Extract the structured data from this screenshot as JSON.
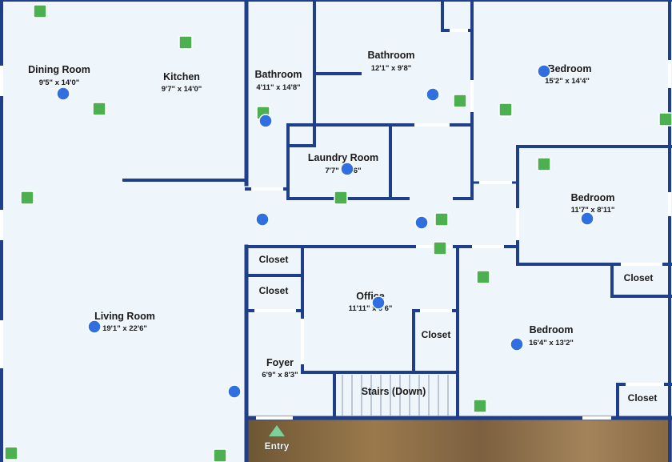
{
  "rooms": [
    {
      "id": "dining-room",
      "name": "Dining Room",
      "dims": "9'5\" x 14'0\""
    },
    {
      "id": "kitchen",
      "name": "Kitchen",
      "dims": "9'7\" x 14'0\""
    },
    {
      "id": "bathroom-1",
      "name": "Bathroom",
      "dims": "4'11\" x 14'8\""
    },
    {
      "id": "bathroom-2",
      "name": "Bathroom",
      "dims": "12'1\" x 9'8\""
    },
    {
      "id": "bedroom-1",
      "name": "Bedroom",
      "dims": "15'2\" x 14'4\""
    },
    {
      "id": "laundry-room",
      "name": "Laundry Room",
      "dims": "7'7\" x 5'6\""
    },
    {
      "id": "bedroom-2",
      "name": "Bedroom",
      "dims": "11'7\" x 8'11\""
    },
    {
      "id": "living-room",
      "name": "Living Room",
      "dims": "19'1\" x 22'6\""
    },
    {
      "id": "office",
      "name": "Office",
      "dims": "11'11\" x 9'6\""
    },
    {
      "id": "foyer",
      "name": "Foyer",
      "dims": "6'9\" x 8'3\""
    },
    {
      "id": "bedroom-3",
      "name": "Bedroom",
      "dims": "16'4\" x 13'2\""
    }
  ],
  "closets": [
    "Closet",
    "Closet",
    "Closet",
    "Closet",
    "Closet"
  ],
  "stairs": {
    "label": "Stairs (Down)"
  },
  "entry": {
    "label": "Entry"
  },
  "colors": {
    "wall": "#1f3f8a",
    "floor": "#eef5fb",
    "photo_marker": "#2f6fe0",
    "camera_marker": "#4caf50",
    "exterior": "#8a6a3e",
    "entry_arrow": "#7fcf9a"
  },
  "markers": {
    "photo_marker_icon": "blue-circle",
    "camera_marker_icon": "green-square"
  }
}
